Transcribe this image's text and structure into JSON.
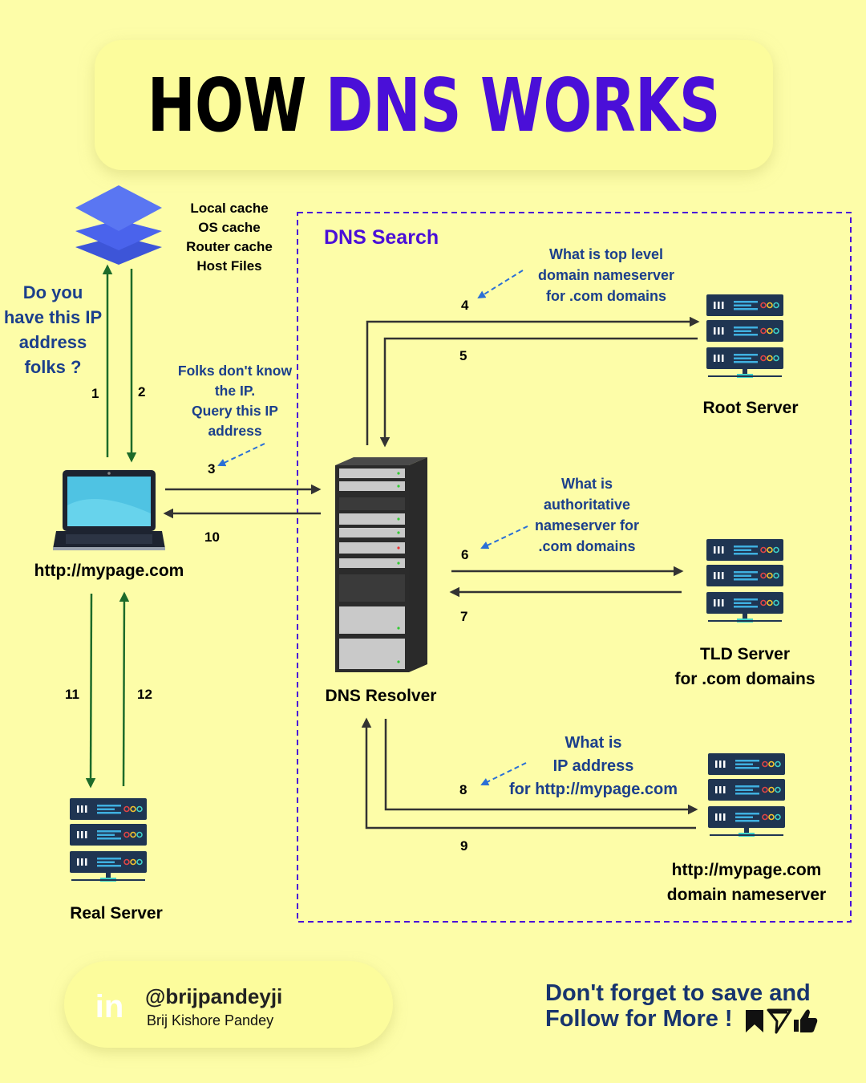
{
  "title": {
    "word1": "HOW",
    "word2": "DNS WORKS"
  },
  "cache_list": [
    "Local cache",
    "OS cache",
    "Router cache",
    "Host Files"
  ],
  "question": "Do you have this IP address folks ?",
  "folks_note": [
    "Folks don't know",
    "the IP.",
    "Query this IP",
    "address"
  ],
  "dns_search_label": "DNS Search",
  "root_question": [
    "What is top level",
    "domain nameserver",
    "for .com domains"
  ],
  "tld_question": [
    "What is",
    "authoritative",
    "nameserver for",
    ".com domains"
  ],
  "auth_question": [
    "What is",
    "IP address",
    "for http://mypage.com"
  ],
  "nodes": {
    "client": "http://mypage.com",
    "resolver": "DNS Resolver",
    "root": "Root Server",
    "tld": [
      "TLD Server",
      "for .com domains"
    ],
    "auth": [
      "http://mypage.com",
      "domain nameserver"
    ],
    "real": "Real Server"
  },
  "steps": [
    "1",
    "2",
    "3",
    "4",
    "5",
    "6",
    "7",
    "8",
    "9",
    "10",
    "11",
    "12"
  ],
  "footer": {
    "handle": "@brijpandeyji",
    "name": "Brij Kishore Pandey",
    "linkedin_text": "in",
    "cta_line1": "Don't forget to save and",
    "cta_line2": "Follow for More !"
  },
  "colors": {
    "background": "#fdfda8",
    "accent_purple": "#4a0fd8",
    "note_blue": "#1b3f8c",
    "arrow_green": "#1d6b2a",
    "arrow_dark": "#333333"
  },
  "icons": [
    "layers-icon",
    "laptop-icon",
    "server-rack-icon",
    "server-icon",
    "linkedin-icon",
    "twitter-icon",
    "bookmark-icon",
    "send-icon",
    "thumbs-up-icon"
  ]
}
